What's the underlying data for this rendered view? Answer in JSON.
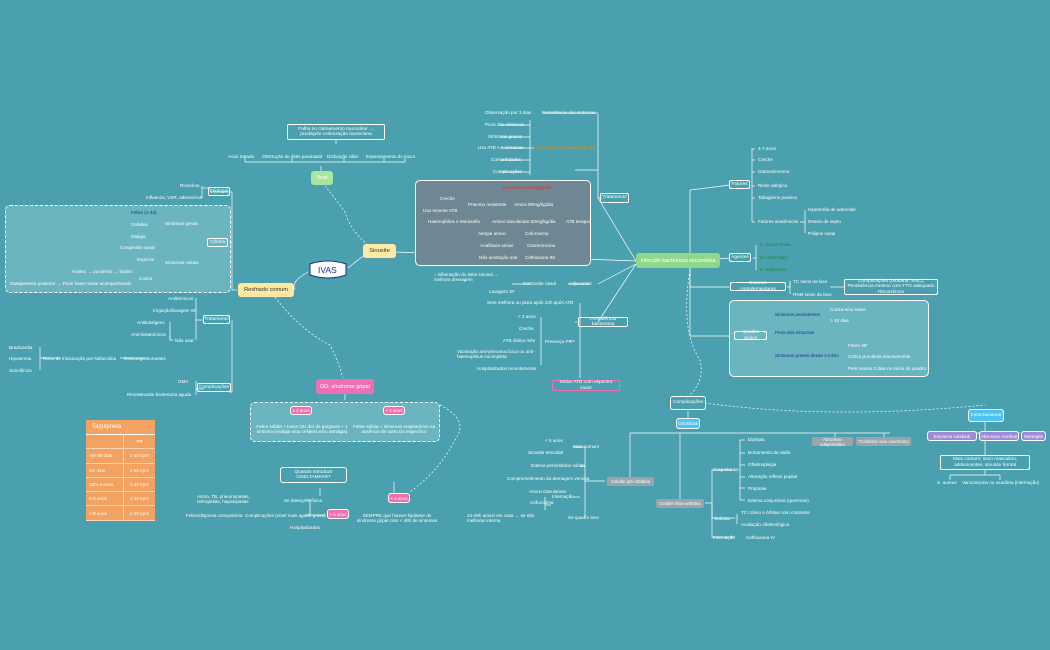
{
  "center": "IVAS",
  "diag": {
    "sinusite": "Sinusite",
    "viral": "Viral",
    "resfriado": "Resfriado comum",
    "dd": "DD: síndrome gripal",
    "bacteriana": "Infecção bacteriana secundária",
    "complicacoes": "Complicações",
    "orbitarias": "Orbitárias",
    "intracranianas": "Intracranianas"
  },
  "viral_branch": {
    "falha": "Falha no clareamento mucociliar → predispõe colonização bacteriana",
    "causes": [
      "Acúo tratado",
      "Obstrução do óstio paranasal",
      "Disfunção ciliar",
      "Espessamento do muco"
    ]
  },
  "resfriado": {
    "etiologia": "Etiologia",
    "etio_items": [
      "Rinovírus",
      "Influenza, VSR, adenovírus"
    ],
    "clinica": "Clínica",
    "sintomas_gerais": "Sintomas gerais",
    "sg_items": [
      "Febre (1-3d)",
      "Cefaleia",
      "Mialgia"
    ],
    "sintomas_nasais": "Sintomas nasais",
    "sn_items": [
      "Congestão nasal",
      "Espirros",
      "Coriza"
    ],
    "coriza_items": [
      "Hialino → purulento → hialino",
      "Gotejamento posterior → Pode haver tosse acompanhando"
    ],
    "tratamento": "Tratamento",
    "trat_items": [
      "Antitérmicos",
      "Irrigação/lavagem SF",
      "Antitussígeno",
      "Anti-histamínicos",
      "Não usar"
    ],
    "descong": "Descongestionantes",
    "risco": "Risco de intoxicação por Nafazolina",
    "risco_items": [
      "Bradicardia",
      "Hipotermia",
      "Sonolência"
    ],
    "complicacoes": "Complicações",
    "comp_items": [
      "OMA",
      "Rinossinusite bacteriana aguda"
    ]
  },
  "dd": {
    "ge2": "≥ 2 anos",
    "lt2": "< 2 anos",
    "ge2_text": "Febre súbita + tosse OU dor de garganta + 1 sintoma (mialgia e/ou cefaleia e/ou artralgia)",
    "lt2_text": "Febre súbita + sintomas respiratórios na ausência de outro Dx específico",
    "quando": "Quando introduzir OSELTAMIVIR?",
    "lt5": "< 5 anos",
    "gt5": "> 5 anos",
    "sempre": "SEMPRE que houver hipótese de síndrome gripal com < 48h de sintomas",
    "left_items": [
      "Asma, TB, pneumopatias, nefropatias, hepatopatias",
      "Se doença crônica",
      "Complicações (nível mais agudo grave)",
      "Febre/dispneia compulsória",
      "Hospitalizados"
    ]
  },
  "bact": {
    "tratamento": "Tratamento",
    "resistencia": "Persistência dos sintomas",
    "obs": "Observação por 3 dias",
    "trat_left": [
      "Piora dos sintomas",
      "Sintomas graves",
      "Uso ATB < 4 semanas",
      "Comorbidades",
      "Complicações"
    ],
    "amox": "Amoxicilina + Clavulanato 90",
    "amox2": "Amoxicilina 50mg/kg/dia",
    "creche": "Creche",
    "pneumo": "Pneumo resistente",
    "uso_atb": "Uso recente ATB",
    "amox_alta": "Amoxi 90mg/kg/dia",
    "haemo": "Haemophilus e Moraxella",
    "amox_clav": "Amoxi clavulanato 50mg/kg/dia",
    "atb_terapia": "ATB terapia",
    "alergia": "Alergia amoxi",
    "cefuroxima": "Cefuroxima",
    "anafilaxia": "Anafilaxia amoxi",
    "claritro": "Claritromicina",
    "nao_aceita": "Não aceitação oral",
    "ceftri": "Ceftriaxona IM",
    "adjuvantes": "Adjuvantes",
    "cortic": "Corticoide nasal",
    "inflam": "↓ inflamação do óstio sinusal → melhora drenagem",
    "lavagem": "Lavagem SF",
    "resist_bact": "Persistência bacteriana",
    "sem_melhora": "Sem melhora ou piora após 24h após ATB",
    "lt2": "< 2 anos",
    "creche2": "Creche",
    "atb_ultimo": "ATB último mês",
    "vacinacao": "Vacinação anti-pneumocócica ou anti-haemophilus incompleta",
    "hosp": "Hospitalizados recentemente",
    "presenca": "Presença FR",
    "iniciar": "Iniciar ATB com espectro maior",
    "fatores": "Fatores",
    "fat_items": [
      "4-7 anos",
      "Creche",
      "Outono/inverno",
      "Rinite alérgica",
      "Tabagismo passivo"
    ],
    "fat_anat": "Fatores anatômicos",
    "anat_items": [
      "Hipertrofia de adenoide",
      "Desvio de septo",
      "Pólipos nasal"
    ],
    "agentes": "Agentes",
    "ag_items": [
      "S. pneumoniae",
      "M. catarrhalis",
      "H. influenzae"
    ],
    "exames": "Exames complementares",
    "ex_items": [
      "TC seios da face",
      "RNM seios da face"
    ],
    "ex_note": "Complicações (orbitária, SNC); Persistência mesmo com TTO adequado Recorrência",
    "quadro": "Quadro clínico",
    "q1": "Sintomas persistentes",
    "q1a": "Coriza e/ou tosse",
    "q1b": "> 10 dias",
    "q2": "Piora dos sintomas",
    "q3": "Sintomas graves desde o início",
    "q3a": "Febre 39°",
    "q3b": "Coriza purulenta intensamente",
    "q3c": "Pelo menos 3 dias no início do quadro"
  },
  "comp": {
    "celulite_pre": "Celulite pré-orbitária",
    "celulite_intra": "Celulite intra-orbitária",
    "abscesso_sub": "Abscesso subperiósteo",
    "trombose": "Trombose seio cavernoso",
    "pre_left": [
      "< 5 anos",
      "Sinusite etmoidal",
      "Edema periorbitário súbito",
      "Comprometimento da drenagem venosa",
      "Amoxi clavulanato",
      "Cefuroxima",
      "24-48h amoxi em casa → se não melhorar interna"
    ],
    "mais_comum": "Mais comum",
    "internacao": "Internação",
    "se_quadro": "Se quadro leve",
    "suspeitar": "Suspeitar se",
    "susp_items": [
      "Diplopia",
      "Borramento da visão",
      "Oftalmoplegia",
      "Alteração reflexo pupilar",
      "Proptose",
      "Edema conjuntival (quemose)"
    ],
    "solicitar": "Solicitar",
    "sol_items": [
      "TC crânio e órbitas com contraste",
      "Avaliação oftalmológica"
    ],
    "intern": "Internação",
    "ceftri_iv": "Ceftriaxona IV",
    "empiema": "Empiema subdural",
    "abscesso_cer": "Abscesso cerebral",
    "meningite": "Meningite",
    "mais_comum_txt": "Mais comum: sexo masculino, adolescentes, sinusite frontal",
    "saureus": "S. aureus",
    "vanco": "Vancomicina ou oxacilina (internação)"
  },
  "taquipneia": {
    "title": "Taquipneia",
    "head": "FR",
    "rows": [
      [
        "Até 60 dias",
        "≥ 60 irpm"
      ],
      [
        "2m-11m",
        "≥ 50 irpm"
      ],
      [
        "12m-4 anos",
        "≥ 40 irpm"
      ],
      [
        "5-8 anos",
        "≥ 30 irpm"
      ],
      [
        "> 8 anos",
        "≥ 20 irpm"
      ]
    ]
  },
  "colors": {
    "background": "#4aa0ae",
    "sinusite": "#ffe8a3",
    "viral": "#a9e5a0",
    "bacteriana": "#8fd88a",
    "dd": "#f06fb2",
    "taquipneia": "#f4a261",
    "intracranial": "#4dc3f0"
  }
}
